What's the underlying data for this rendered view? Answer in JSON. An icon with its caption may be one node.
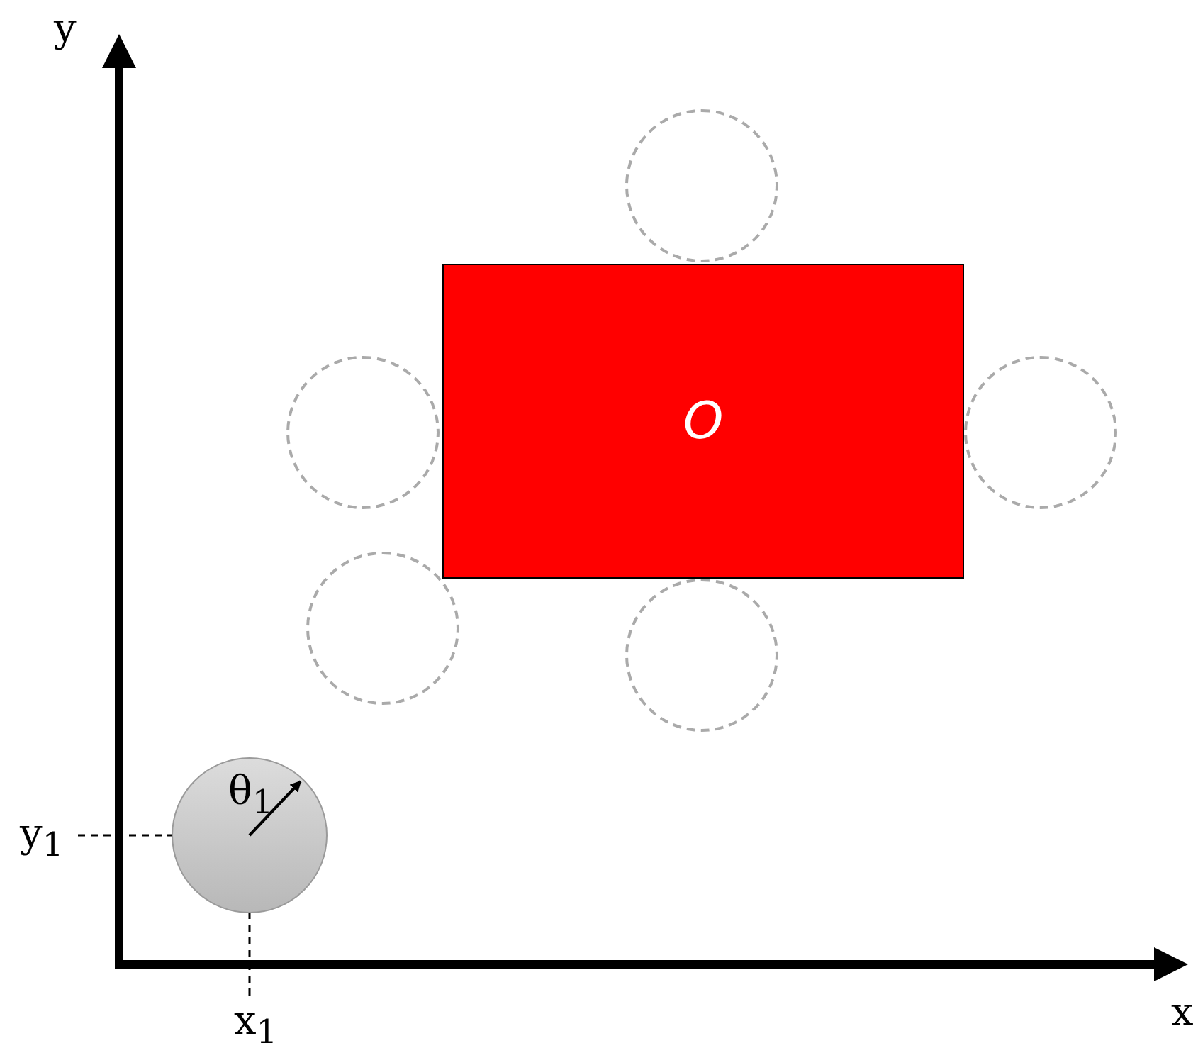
{
  "diagram": {
    "nodes": [
      {
        "text": [],
        "shape": "circle"
      },
      {
        "text": [
          "O"
        ]
      },
      {
        "text": [],
        "shape": "circle"
      },
      {
        "text": [],
        "shape": "circle"
      },
      {
        "text": [],
        "shape": "circle"
      },
      {
        "text": [],
        "shape": "circle"
      },
      {
        "text": [],
        "shape": "circle"
      }
    ],
    "labels": [
      "y",
      "θ$_{1}$",
      "y$_{1}$",
      "x",
      "x$_{1}$"
    ]
  }
}
